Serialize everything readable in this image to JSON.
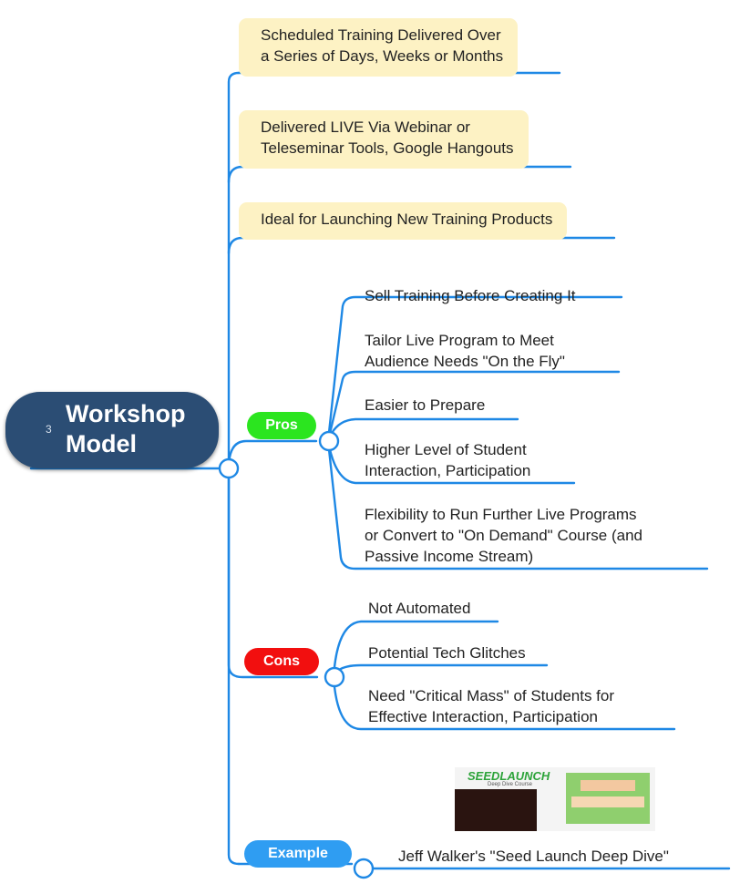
{
  "root": {
    "number": "3",
    "title_line1": "Workshop",
    "title_line2": "Model"
  },
  "branches": {
    "scheduled": {
      "line1": "Scheduled Training Delivered Over",
      "line2": "a Series of Days, Weeks or Months"
    },
    "live": {
      "line1": "Delivered LIVE Via Webinar or",
      "line2": "Teleseminar Tools, Google Hangouts"
    },
    "ideal": {
      "line1": "Ideal for Launching New Training Products"
    }
  },
  "pros": {
    "label": "Pros",
    "items": [
      {
        "line1": "Sell Training Before Creating It"
      },
      {
        "line1": "Tailor Live Program to Meet",
        "line2": "Audience Needs \"On the Fly\""
      },
      {
        "line1": "Easier to Prepare"
      },
      {
        "line1": "Higher Level of Student",
        "line2": "Interaction, Participation"
      },
      {
        "line1": "Flexibility to Run Further Live Programs",
        "line2": "or Convert to \"On Demand\" Course (and",
        "line3": "Passive Income Stream)"
      }
    ]
  },
  "cons": {
    "label": "Cons",
    "items": [
      {
        "line1": "Not Automated"
      },
      {
        "line1": "Potential Tech Glitches"
      },
      {
        "line1": "Need \"Critical Mass\" of Students for",
        "line2": "Effective Interaction, Participation"
      }
    ]
  },
  "example": {
    "label": "Example",
    "text": "Jeff Walker's \"Seed Launch Deep Dive\"",
    "image": {
      "logo": "SEEDLAUNCH",
      "sub": "Deep Dive Course"
    }
  },
  "colors": {
    "connector": "#1e88e5",
    "highlight": "#fdf2c4",
    "root": "#2b4d74",
    "pros": "#2be51f",
    "cons": "#f20f0f",
    "example": "#2f9df2"
  }
}
